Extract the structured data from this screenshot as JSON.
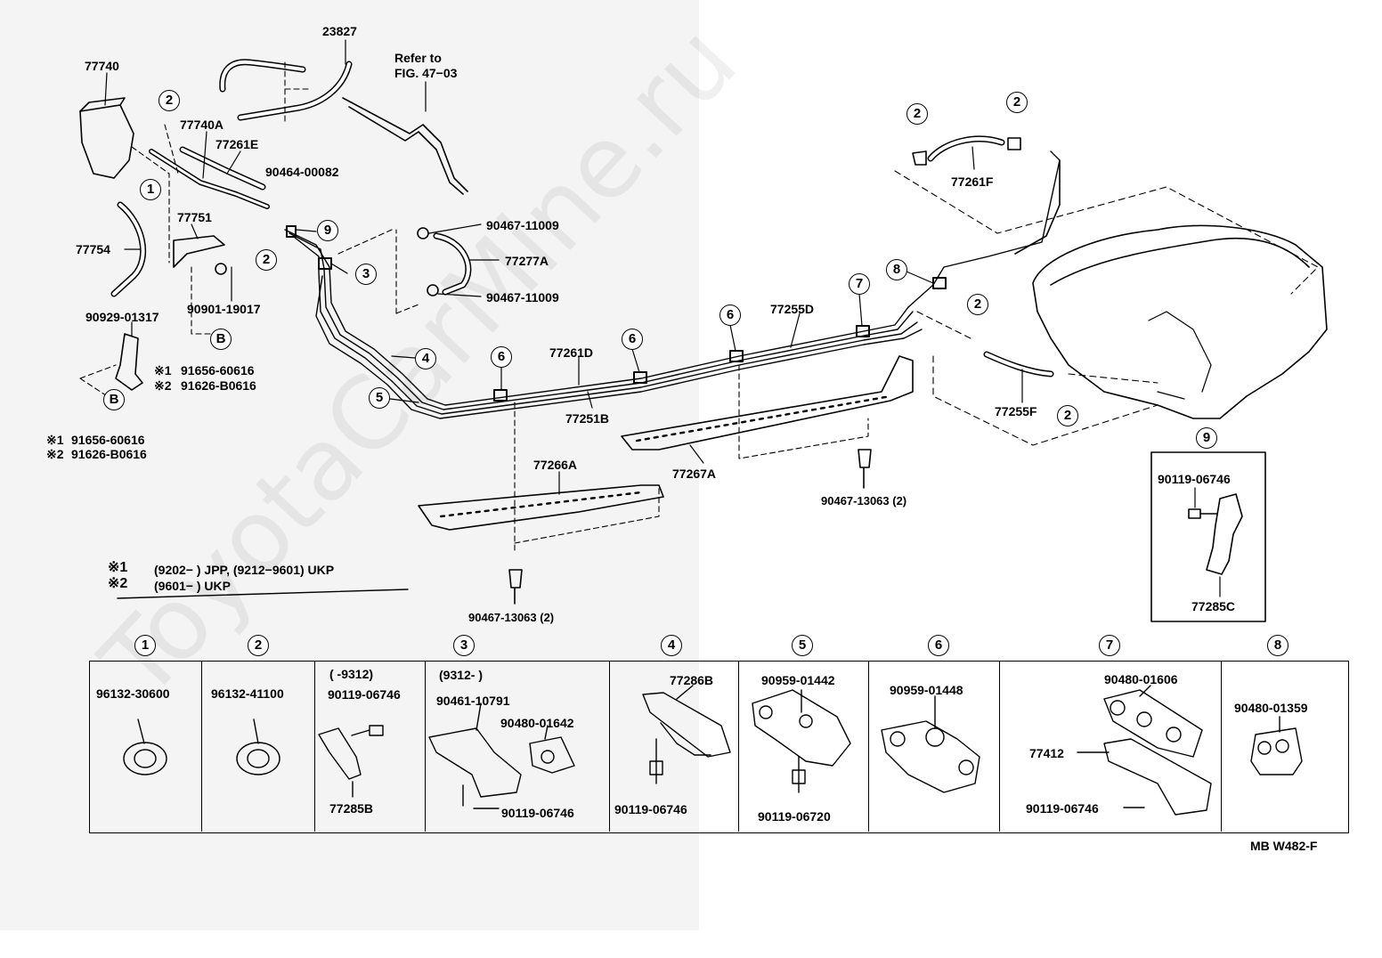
{
  "watermark": "ToyotaCarMine.ru",
  "ref_fig": {
    "line1": "Refer to",
    "line2": "FIG. 47−03"
  },
  "drawing_code": "MB W482-F",
  "parts": {
    "p23827": "23827",
    "p77740": "77740",
    "p77740A": "77740A",
    "p77261E": "77261E",
    "p90464": "90464-00082",
    "p77751": "77751",
    "p77754": "77754",
    "p90901": "90901-19017",
    "p90929": "90929-01317",
    "p91656a": "91656-60616",
    "p91626a": "91626-B0616",
    "p91656b": "91656-60616",
    "p91626b": "91626-B0616",
    "p90467_top": "90467-11009",
    "p77277A": "77277A",
    "p90467_bot": "90467-11009",
    "p77261D": "77261D",
    "p77251B": "77251B",
    "p77255D": "77255D",
    "p77266A": "77266A",
    "p77267A": "77267A",
    "p90467_13063_a": "90467-13063 (2)",
    "p90467_13063_b": "90467-13063 (2)",
    "p77261F": "77261F",
    "p77255F": "77255F",
    "p90119_box9": "90119-06746",
    "p77285C": "77285C"
  },
  "markers": {
    "b1": "B",
    "b2": "B",
    "star1": "※1",
    "star2": "※2"
  },
  "callouts": {
    "c1": "1",
    "c2a": "2",
    "c2b": "2",
    "c9": "9",
    "c3": "3",
    "c4": "4",
    "c5": "5",
    "c6a": "6",
    "c6b": "6",
    "c6c": "6",
    "c7": "7",
    "c8": "8",
    "c2c": "2",
    "c2d": "2",
    "c2e": "2",
    "c2f": "2",
    "c9box": "9"
  },
  "legend": {
    "row1_mark": "※1",
    "row1_text": "(9202−        ) JPP, (9212−9601) UKP",
    "row2_mark": "※2",
    "row2_text": "(9601−        ) UKP"
  },
  "table": {
    "columns": [
      {
        "num": "1",
        "parts": [
          "96132-30600"
        ]
      },
      {
        "num": "2",
        "parts": [
          "96132-41100"
        ]
      },
      {
        "num": "3",
        "parts": [
          "(        -9312)",
          "90119-06746",
          "77285B",
          "(9312-        )",
          "90461-10791",
          "90480-01642",
          "90119-06746"
        ]
      },
      {
        "num": "4",
        "parts": [
          "77286B",
          "90119-06746"
        ]
      },
      {
        "num": "5",
        "parts": [
          "90959-01442",
          "90119-06720"
        ]
      },
      {
        "num": "6",
        "parts": [
          "90959-01448"
        ]
      },
      {
        "num": "7",
        "parts": [
          "90480-01606",
          "77412",
          "90119-06746"
        ]
      },
      {
        "num": "8",
        "parts": [
          "90480-01359"
        ]
      }
    ]
  }
}
